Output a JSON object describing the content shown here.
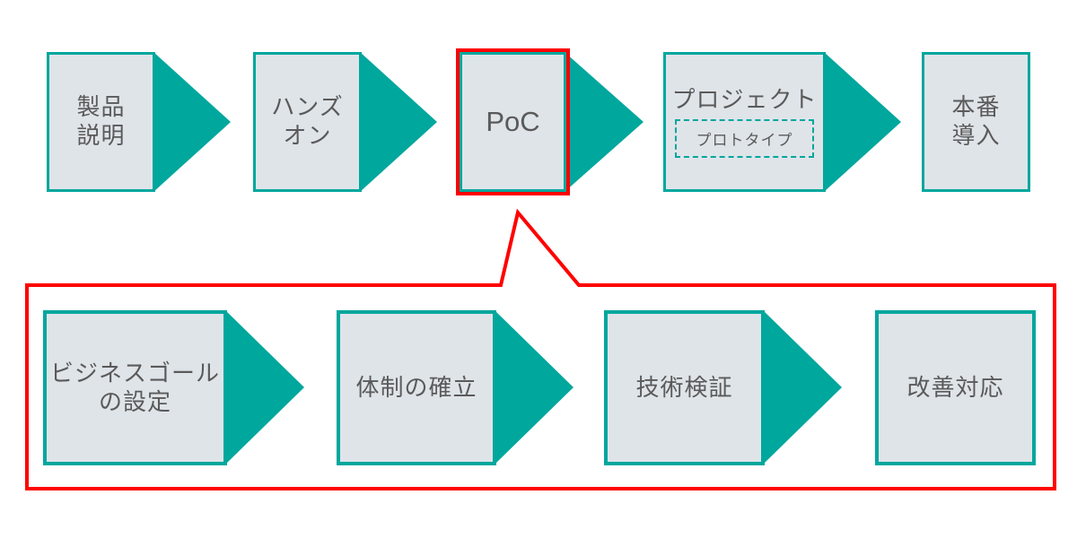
{
  "colors": {
    "teal": "#00A79D",
    "box_fill": "#DFE4E9",
    "red": "#FF0000",
    "text_gray": "#5A5A5A"
  },
  "flow": {
    "steps": [
      {
        "label": "製品\n説明"
      },
      {
        "label": "ハンズ\nオン"
      },
      {
        "label": "PoC",
        "highlighted": true
      },
      {
        "label": "プロジェクト",
        "sub_label": "プロトタイプ"
      },
      {
        "label": "本番\n導入"
      }
    ]
  },
  "poc_detail": {
    "steps": [
      {
        "label": "ビジネスゴール\nの設定"
      },
      {
        "label": "体制の確立"
      },
      {
        "label": "技術検証"
      },
      {
        "label": "改善対応"
      }
    ]
  }
}
